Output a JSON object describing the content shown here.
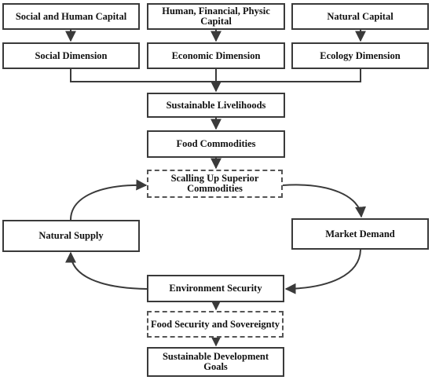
{
  "diagram": {
    "nodes": {
      "social_human_capital": "Social and Human Capital",
      "human_financial_capital": "Human, Financial, Physic Capital",
      "natural_capital": "Natural Capital",
      "social_dimension": "Social Dimension",
      "economic_dimension": "Economic Dimension",
      "ecology_dimension": "Ecology Dimension",
      "sustainable_livelihoods": "Sustainable Livelihoods",
      "food_commodities": "Food Commodities",
      "scaling_up": "Scalling Up Superior Commodities",
      "natural_supply": "Natural Supply",
      "market_demand": "Market Demand",
      "environment_security": "Environment Security",
      "food_security": "Food Security and Sovereignty",
      "sdg": "Sustainable Development Goals"
    },
    "edges": [
      {
        "from": "social_human_capital",
        "to": "social_dimension"
      },
      {
        "from": "human_financial_capital",
        "to": "economic_dimension"
      },
      {
        "from": "natural_capital",
        "to": "ecology_dimension"
      },
      {
        "from": "social_dimension",
        "to": "sustainable_livelihoods"
      },
      {
        "from": "economic_dimension",
        "to": "sustainable_livelihoods"
      },
      {
        "from": "ecology_dimension",
        "to": "sustainable_livelihoods"
      },
      {
        "from": "sustainable_livelihoods",
        "to": "food_commodities"
      },
      {
        "from": "food_commodities",
        "to": "scaling_up"
      },
      {
        "from": "scaling_up",
        "to": "market_demand"
      },
      {
        "from": "market_demand",
        "to": "environment_security"
      },
      {
        "from": "environment_security",
        "to": "natural_supply"
      },
      {
        "from": "natural_supply",
        "to": "scaling_up"
      },
      {
        "from": "environment_security",
        "to": "food_security"
      },
      {
        "from": "food_security",
        "to": "sdg"
      }
    ],
    "colors": {
      "border": "#3a3a3a",
      "line": "#3a3a3a",
      "text": "#111111",
      "background": "#ffffff"
    }
  }
}
